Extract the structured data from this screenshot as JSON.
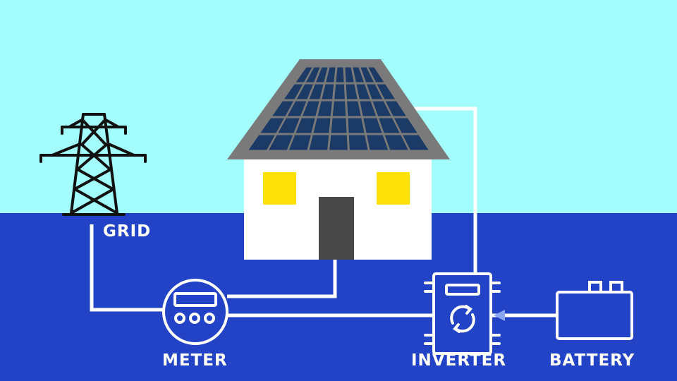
{
  "colors": {
    "sky": "#a3fdfd",
    "ground": "#2243c6",
    "wire": "#ffffff",
    "roof": "#7a7a7a",
    "solar_panel": "#1b3a66",
    "house_wall": "#ffffff",
    "window": "#ffe10a",
    "door": "#484848",
    "tower": "#111111"
  },
  "labels": {
    "grid": "GRID",
    "meter": "METER",
    "inverter": "INVERTER",
    "battery": "BATTERY"
  },
  "icons": {
    "grid": "transmission-tower-icon",
    "meter": "electric-meter-icon",
    "inverter": "inverter-refresh-icon",
    "battery": "battery-icon",
    "flow": "arrow-left-icon"
  }
}
